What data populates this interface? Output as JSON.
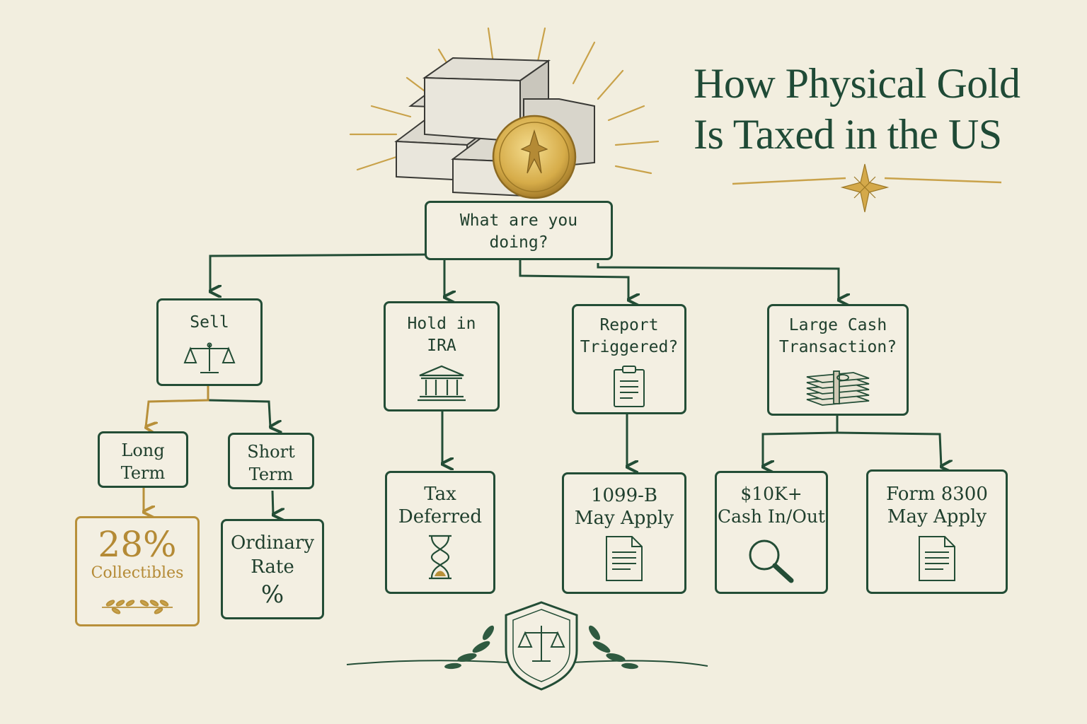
{
  "title": {
    "line1": "How Physical Gold",
    "line2": "Is Taxed in the US"
  },
  "root": {
    "label": "What are you\ndoing?"
  },
  "branches": {
    "sell": {
      "label": "Sell",
      "icon": "scales-icon"
    },
    "ira": {
      "label": "Hold in\nIRA",
      "icon": "bank-icon"
    },
    "report": {
      "label": "Report\nTriggered?",
      "icon": "clipboard-icon"
    },
    "cash": {
      "label": "Large Cash\nTransaction?",
      "icon": "cash-stack-icon"
    }
  },
  "sell_children": {
    "long": {
      "label": "Long\nTerm"
    },
    "short": {
      "label": "Short\nTerm"
    }
  },
  "outcomes": {
    "collectibles": {
      "value": "28%",
      "label": "Collectibles",
      "icon": "laurel-icon"
    },
    "ordinary": {
      "label": "Ordinary\nRate",
      "symbol": "%"
    },
    "deferred": {
      "label": "Tax\nDeferred",
      "icon": "hourglass-icon"
    },
    "form1099": {
      "label": "1099-B\nMay Apply",
      "icon": "document-icon"
    },
    "cash10k": {
      "label": "$10K+\nCash In/Out",
      "icon": "magnifier-icon"
    },
    "form8300": {
      "label": "Form 8300\nMay Apply",
      "icon": "document-icon"
    }
  },
  "colors": {
    "ink": "#234d36",
    "gold": "#b8903a",
    "paper": "#f2eedf"
  },
  "decor": {
    "top": "gold-bars-coin-icon",
    "bottom": "shield-scales-icon",
    "title_ornament": "compass-star-icon"
  }
}
